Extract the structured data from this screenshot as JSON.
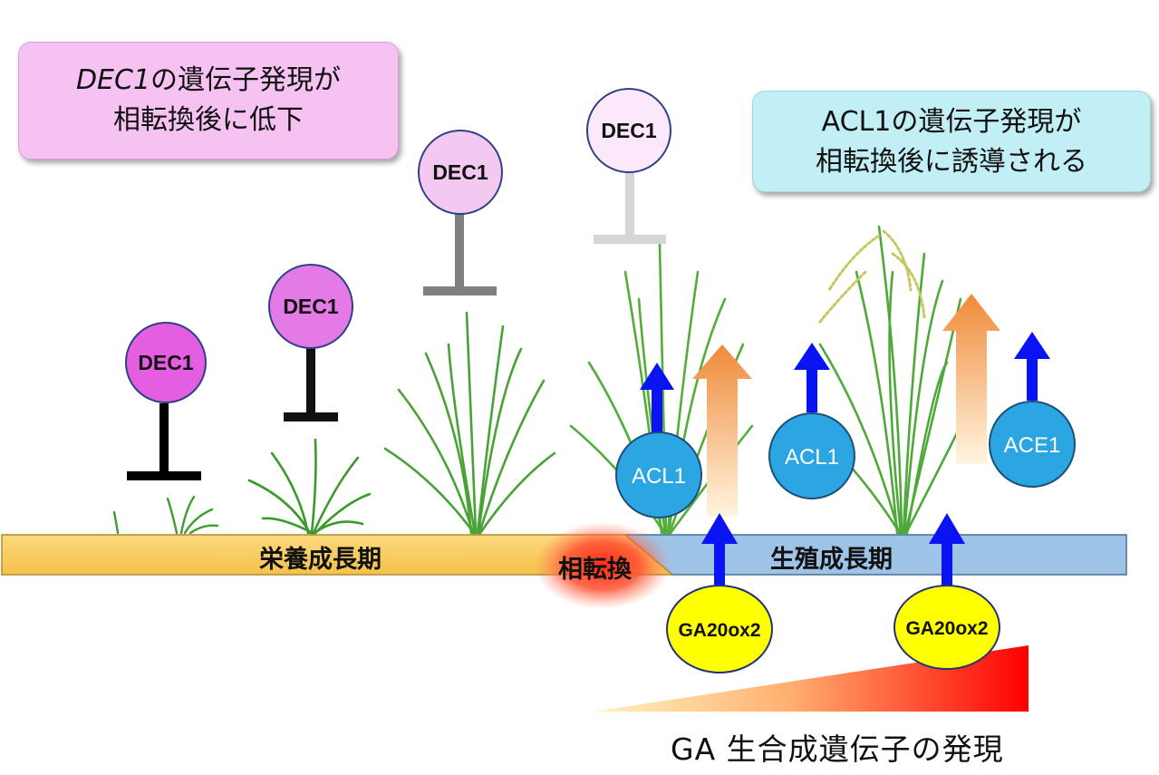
{
  "notes": {
    "left_italic": "DEC1",
    "left_line1_rest": "の遺伝子発現が",
    "left_line2": "相転換後に低下",
    "right_line1": "ACL1の遺伝子発現が",
    "right_line2": "相転換後に誘導される"
  },
  "phases": {
    "vegetative": "栄養成長期",
    "transition": "相転換",
    "reproductive": "生殖成長期"
  },
  "genes": {
    "dec1": "DEC1",
    "acl1": "ACL1",
    "ace1": "ACE1",
    "ga20ox2": "GA20ox2"
  },
  "bottom_label": "GA 生合成遺伝子の発現",
  "colors": {
    "dec1_levels": [
      "#e55de0",
      "#e47ae6",
      "#f3c9f2",
      "#fbe9fb"
    ],
    "inhibitor_levels": [
      "#000000",
      "#111111",
      "#7f7f7f",
      "#d6d6d6"
    ],
    "gene_circle": "#2ba6e2",
    "ga_circle": "#ffff00",
    "arrow_blue": "#0a14f2",
    "vegetative_bar": "#f9cf68",
    "reproductive_bar": "#9dc3e6"
  }
}
